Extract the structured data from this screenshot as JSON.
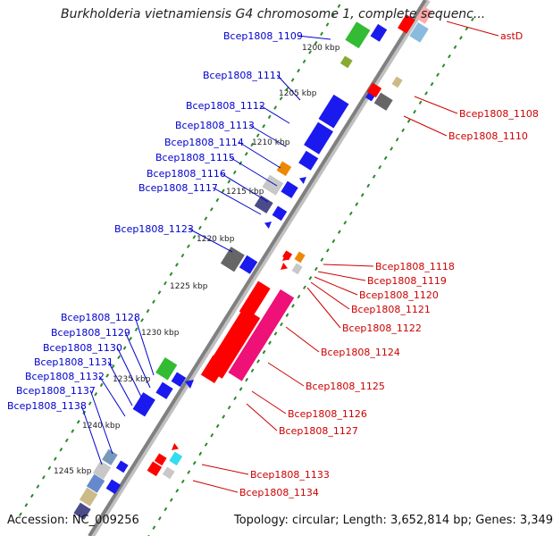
{
  "title": "Burkholderia vietnamiensis G4 chromosome 1, complete sequenc...",
  "footer": {
    "accession": "Accession: NC_009256",
    "summary": "Topology: circular; Length: 3,652,814 bp; Genes: 3,349"
  },
  "colors": {
    "forward_label": "#0000cc",
    "reverse_label": "#cc0000",
    "backbone": "#808080",
    "ruler_dots": "#2a8a2a"
  },
  "ruler_ticks": [
    "1200 kbp",
    "1205 kbp",
    "1210 kbp",
    "1215 kbp",
    "1220 kbp",
    "1225 kbp",
    "1230 kbp",
    "1235 kbp",
    "1240 kbp",
    "1245 kbp"
  ],
  "forward_genes": [
    "Bcep1808_1109",
    "Bcep1808_1111",
    "Bcep1808_1112",
    "Bcep1808_1113",
    "Bcep1808_1114",
    "Bcep1808_1115",
    "Bcep1808_1116",
    "Bcep1808_1117",
    "Bcep1808_1123",
    "Bcep1808_1128",
    "Bcep1808_1129",
    "Bcep1808_1130",
    "Bcep1808_1131",
    "Bcep1808_1132",
    "Bcep1808_1137",
    "Bcep1808_1138"
  ],
  "reverse_genes": [
    "astD",
    "Bcep1808_1108",
    "Bcep1808_1110",
    "Bcep1808_1118",
    "Bcep1808_1119",
    "Bcep1808_1120",
    "Bcep1808_1121",
    "Bcep1808_1122",
    "Bcep1808_1124",
    "Bcep1808_1125",
    "Bcep1808_1126",
    "Bcep1808_1127",
    "Bcep1808_1133",
    "Bcep1808_1134"
  ]
}
